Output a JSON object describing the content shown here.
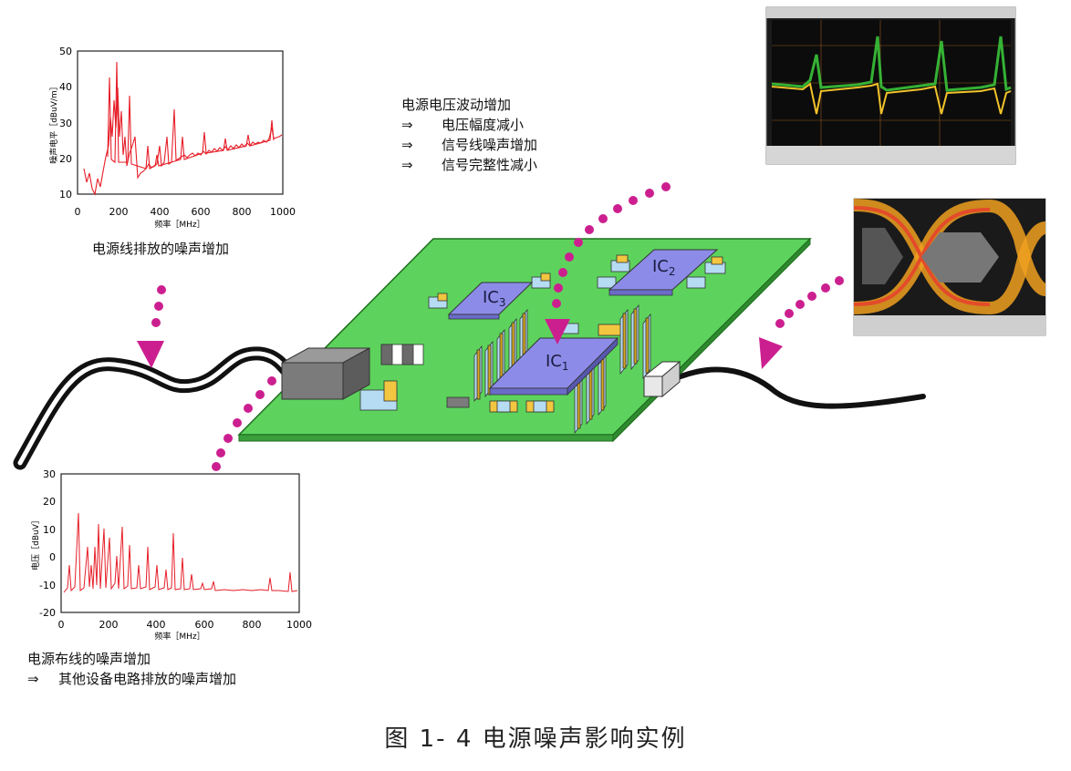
{
  "colors": {
    "board": "#5dd35d",
    "ic": "#8c8ce8",
    "noise_line": "#e61e28",
    "dots": "#cc1f8f"
  },
  "top_chart": {
    "ylabel": "噪声电平［dBuV/m］",
    "xlabel": "频率［MHz］",
    "x_ticks": [
      "0",
      "200",
      "400",
      "600",
      "800",
      "1000"
    ],
    "y_ticks": [
      "10",
      "20",
      "30",
      "40",
      "50"
    ],
    "caption": "电源线排放的噪声增加"
  },
  "bottom_chart": {
    "ylabel": "电压［dBuV］",
    "xlabel": "频率［MHz］",
    "x_ticks": [
      "0",
      "200",
      "400",
      "600",
      "800",
      "1000"
    ],
    "y_ticks": [
      "-20",
      "-10",
      "0",
      "10",
      "20",
      "30"
    ],
    "caption_line1": "电源布线的噪声增加",
    "caption_line2_arrow": "⇒",
    "caption_line2": "其他设备电路排放的噪声增加"
  },
  "effects": {
    "title": "电源电压波动增加",
    "items": [
      {
        "arrow": "⇒",
        "text": "电压幅度减小"
      },
      {
        "arrow": "⇒",
        "text": "信号线噪声增加"
      },
      {
        "arrow": "⇒",
        "text": "信号完整性减小"
      }
    ]
  },
  "ics": {
    "ic1": "IC",
    "ic1_sub": "1",
    "ic2": "IC",
    "ic2_sub": "2",
    "ic3": "IC",
    "ic3_sub": "3"
  },
  "figure_caption": "图 1- 4  电源噪声影响实例"
}
